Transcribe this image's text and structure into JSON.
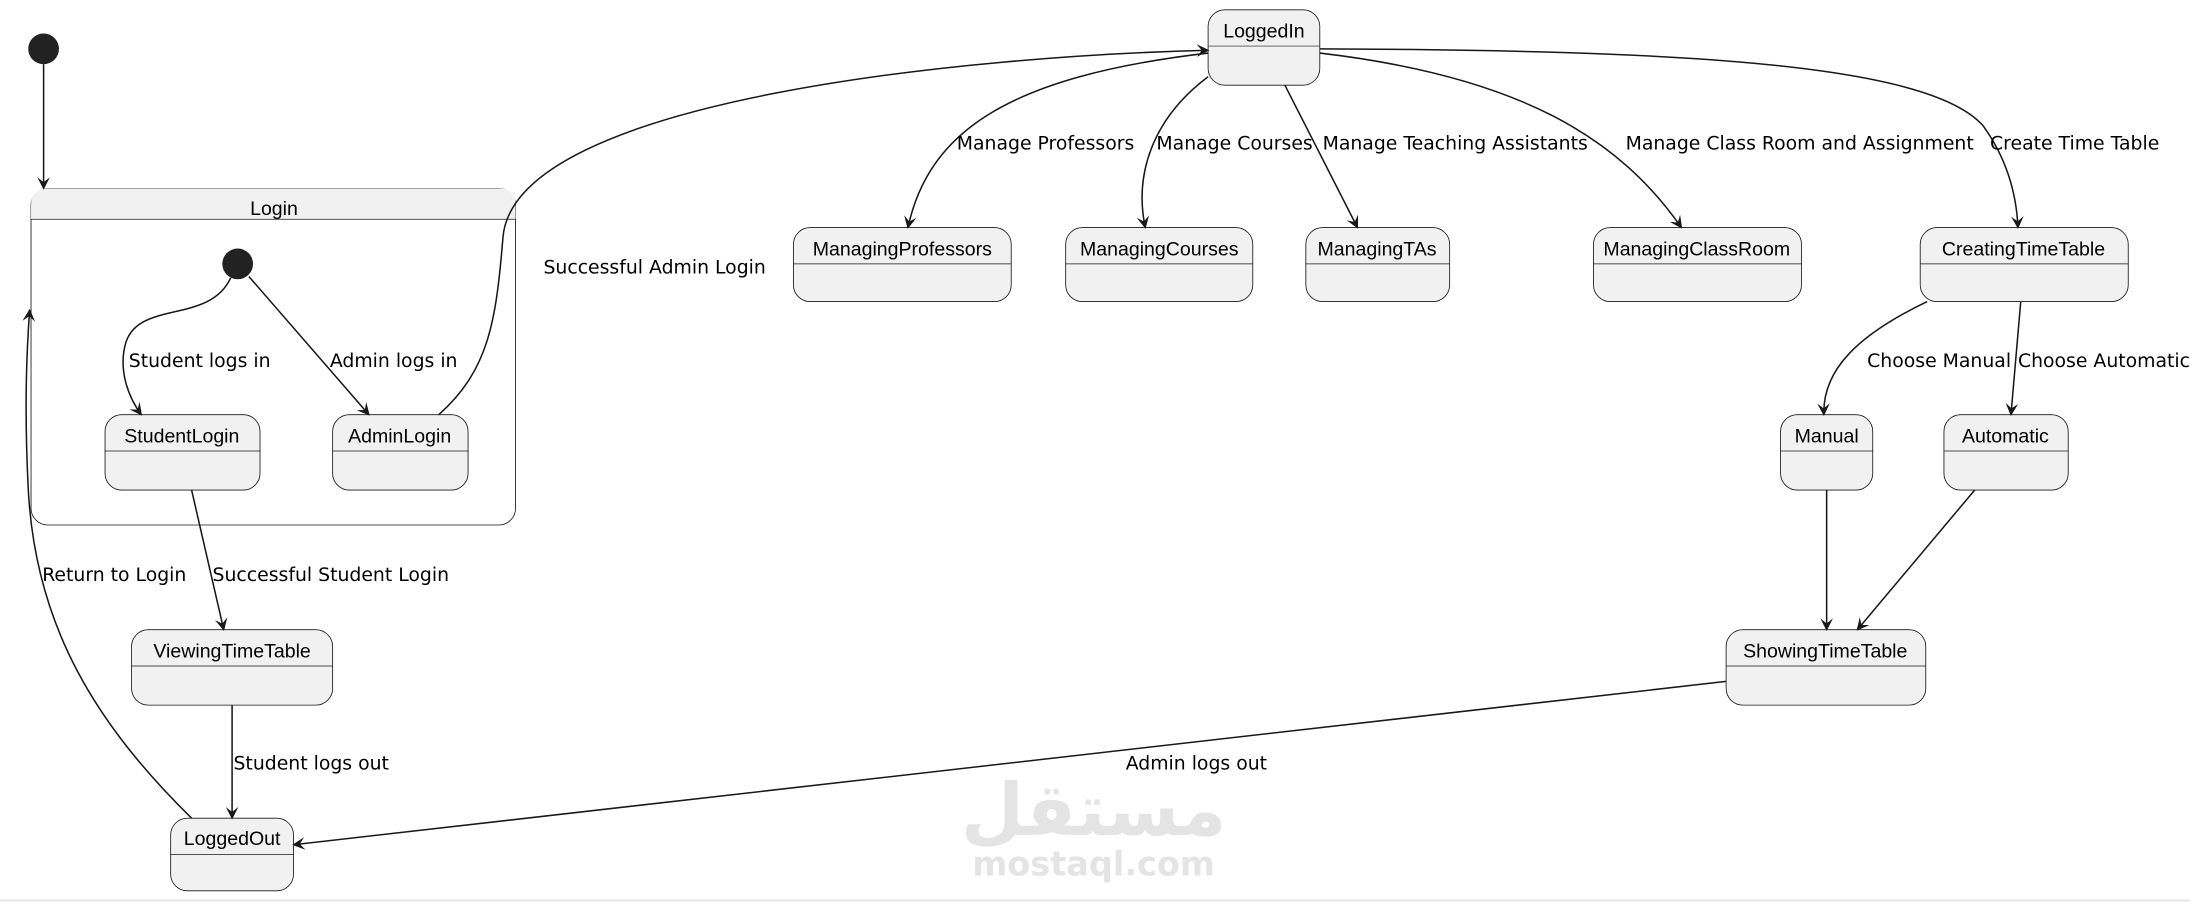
{
  "states": {
    "login": "Login",
    "student_login": "StudentLogin",
    "admin_login": "AdminLogin",
    "viewing_timetable": "ViewingTimeTable",
    "logged_out": "LoggedOut",
    "logged_in": "LoggedIn",
    "managing_professors": "ManagingProfessors",
    "managing_courses": "ManagingCourses",
    "managing_tas": "ManagingTAs",
    "managing_classroom": "ManagingClassRoom",
    "creating_timetable": "CreatingTimeTable",
    "manual": "Manual",
    "automatic": "Automatic",
    "showing_timetable": "ShowingTimeTable"
  },
  "transitions": {
    "student_logs_in": "Student logs in",
    "admin_logs_in": "Admin logs in",
    "successful_admin_login": "Successful Admin Login",
    "successful_student_login": "Successful Student Login",
    "return_to_login": "Return to Login",
    "student_logs_out": "Student logs out",
    "admin_logs_out": "Admin logs out",
    "manage_professors": "Manage Professors",
    "manage_courses": "Manage Courses",
    "manage_tas": "Manage Teaching Assistants",
    "manage_classroom": "Manage Class Room and Assignment",
    "create_timetable": "Create Time Table",
    "choose_manual": "Choose Manual",
    "choose_automatic": "Choose Automatic"
  },
  "watermark": {
    "arabic": "مستقل",
    "latin": "mostaql.com"
  }
}
